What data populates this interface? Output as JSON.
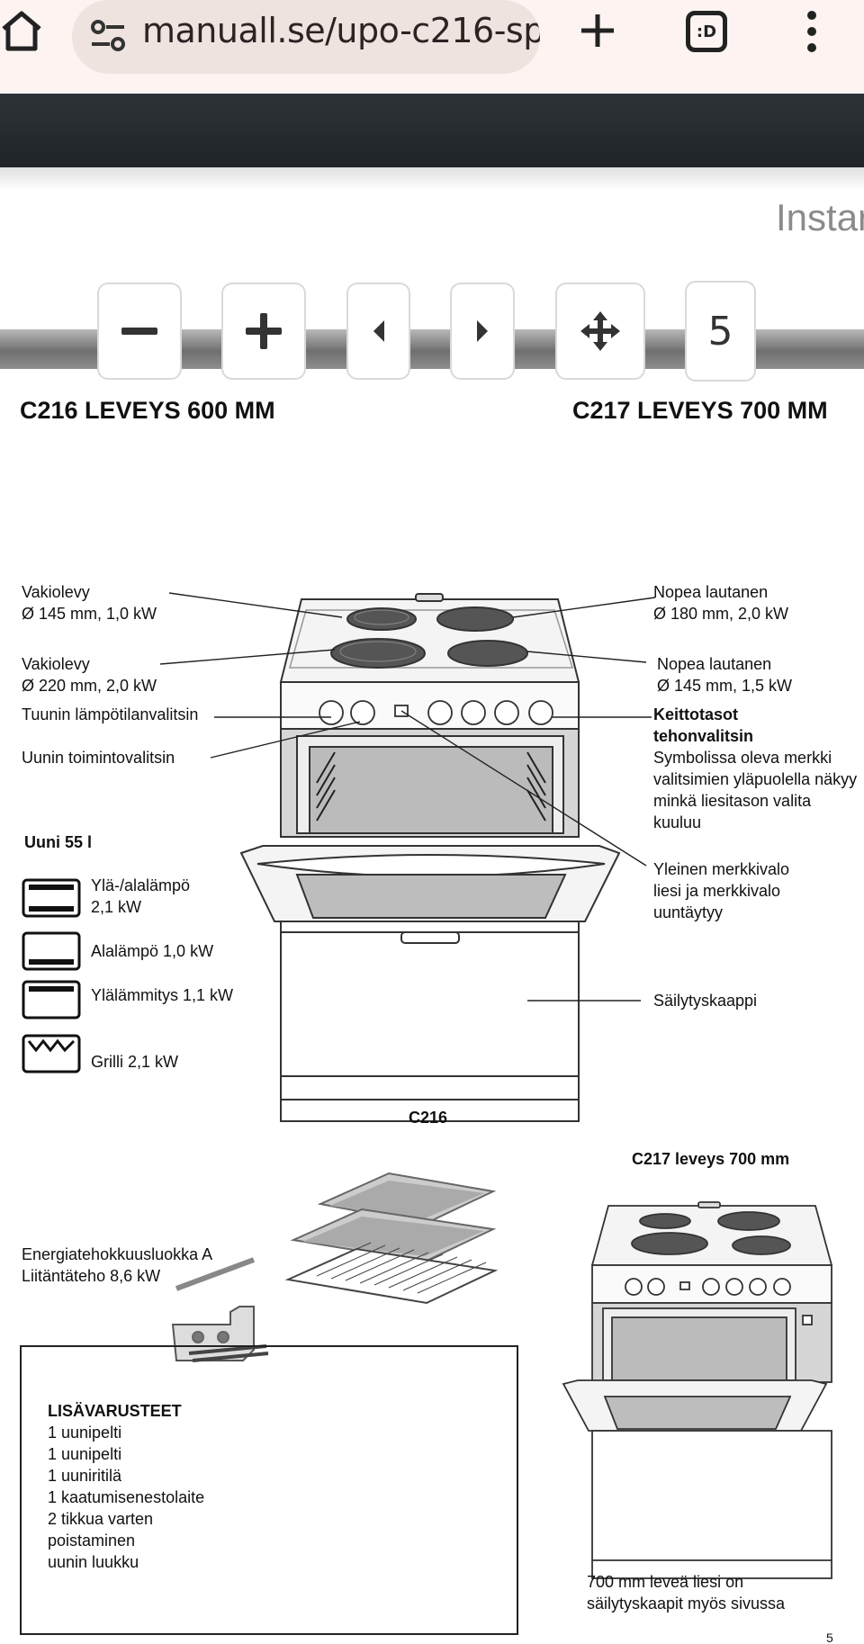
{
  "browser": {
    "url": "manuall.se/upo-c216-sp",
    "tabs_label": ":D"
  },
  "header": {
    "partial_title": "Instar"
  },
  "toolbar": {
    "page_number": "5"
  },
  "document": {
    "title_left": "C216 LEVEYS 600 MM",
    "title_right": "C217 LEVEYS 700 MM",
    "labels_left": {
      "l1a": "Vakiolevy",
      "l1b": "Ø 145 mm, 1,0 kW",
      "l2a": "Vakiolevy",
      "l2b": "Ø 220 mm, 2,0 kW",
      "l3": "Tuunin lämpötilanvalitsin",
      "l4": "Uunin toimintovalitsin"
    },
    "labels_right": {
      "r1a": "Nopea lautanen",
      "r1b": "Ø 180 mm, 2,0 kW",
      "r2a": "Nopea lautanen",
      "r2b": "Ø 145 mm, 1,5 kW",
      "r3a": "Keittotasot",
      "r3b": "tehonvalitsin",
      "r3c": "Symbolissa oleva merkki",
      "r3d": "valitsimien yläpuolella näkyy",
      "r3e": "minkä liesitason valita",
      "r3f": "kuuluu",
      "r4a": "Yleinen merkkivalo",
      "r4b": "liesi ja merkkivalo",
      "r4c": "uuntäytyy",
      "r5": "Säilytyskaappi"
    },
    "oven": {
      "title": "Uuni 55 l",
      "m1a": "Ylä-/alalämpö",
      "m1b": "2,1 kW",
      "m2": "Alalämpö 1,0 kW",
      "m3": "Ylälämmitys 1,1 kW",
      "m4": "Grilli 2,1 kW"
    },
    "caption_c216": "C216",
    "caption_c217": "C217 leveys 700 mm",
    "energy": {
      "line1": "Energiatehokkuusluokka A",
      "line2": "Liitäntäteho 8,6 kW"
    },
    "accessories": {
      "title": "LISÄVARUSTEET",
      "items": [
        "1 uunipelti",
        "1 uunipelti",
        "1 uuniritilä",
        "1 kaatumisenestolaite",
        "2 tikkua varten",
        "poistaminen",
        "uunin luukku"
      ]
    },
    "c217_note1": "700 mm leveä liesi on",
    "c217_note2": "säilytyskaapit myös sivussa",
    "page_footer": "5"
  }
}
